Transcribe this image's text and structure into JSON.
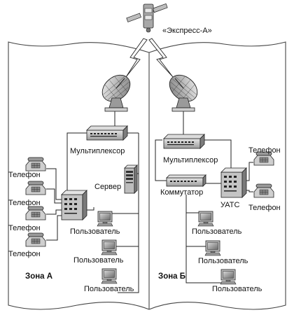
{
  "satellite": {
    "label": "«Экспресс-А»"
  },
  "zone_a": {
    "label": "Зона А",
    "multiplexer": "Мультиплексор",
    "server": "Сервер",
    "phones": [
      "Телефон",
      "Телефон",
      "Телефон",
      "Телефон"
    ],
    "users": [
      "Пользователь",
      "Пользователь",
      "Пользователь"
    ]
  },
  "zone_b": {
    "label": "Зона Б",
    "multiplexer": "Мультиплексор",
    "switch": "Коммутатор",
    "pbx": "УАТС",
    "phones": [
      "Телефон",
      "Телефон"
    ],
    "users": [
      "Пользователь",
      "Пользователь",
      "Пользователь"
    ]
  }
}
